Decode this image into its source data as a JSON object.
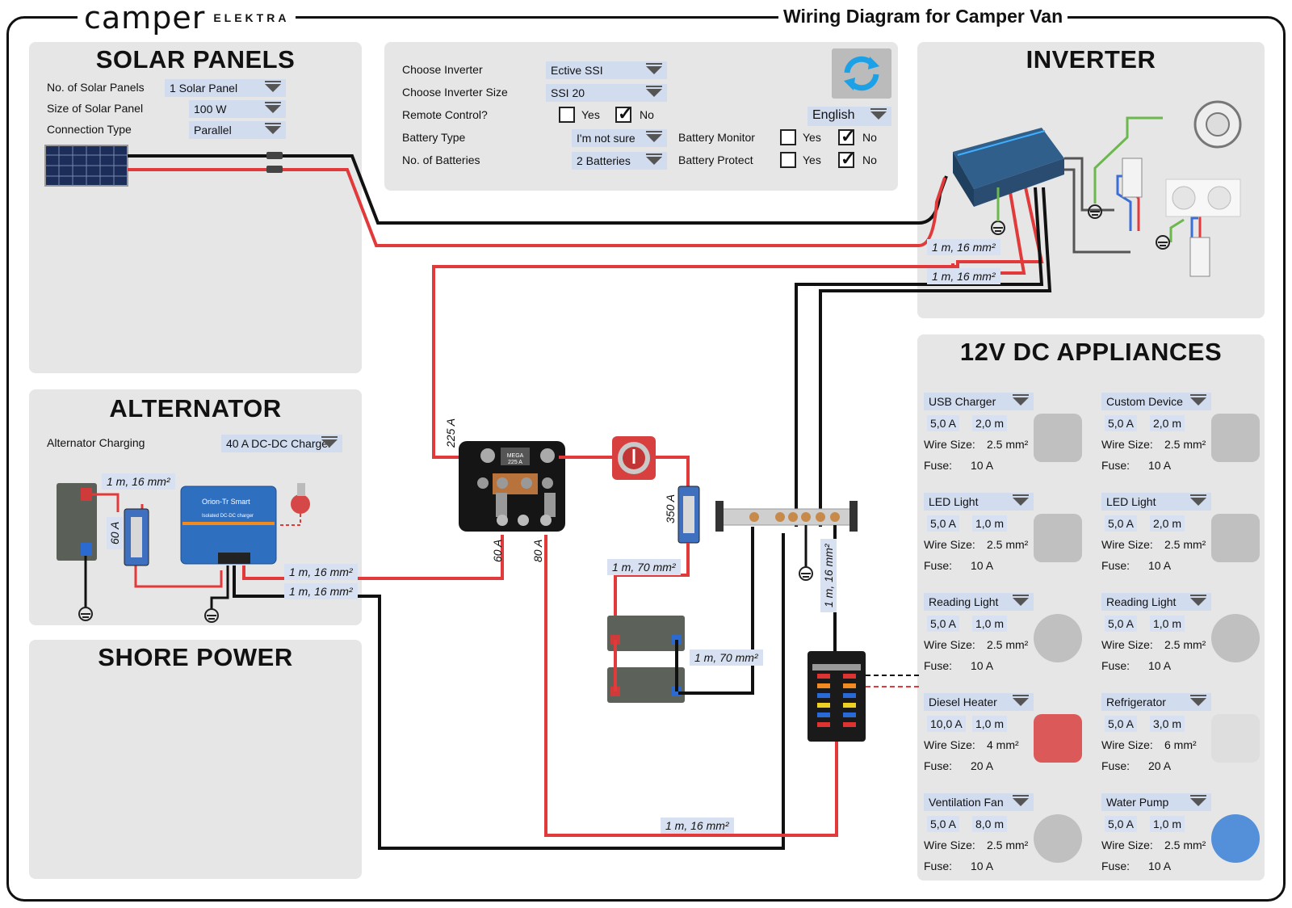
{
  "brand": {
    "logo": "camper",
    "sub": "ELEKTRA"
  },
  "title": "Wiring Diagram for Camper Van",
  "solar": {
    "title": "SOLAR PANELS",
    "rows": [
      {
        "label": "No. of Solar Panels",
        "value": "1 Solar Panel"
      },
      {
        "label": "Size of Solar Panel",
        "value": "100 W"
      },
      {
        "label": "Connection Type",
        "value": "Parallel"
      }
    ]
  },
  "controls": {
    "inverter_label": "Choose Inverter",
    "inverter_value": "Ective SSI",
    "size_label": "Choose Inverter Size",
    "size_value": "SSI 20",
    "remote_label": "Remote Control?",
    "yes": "Yes",
    "no": "No",
    "battery_type_label": "Battery Type",
    "battery_type_value": "I'm not sure",
    "batteries_label": "No. of Batteries",
    "batteries_value": "2 Batteries",
    "monitor_label": "Battery Monitor",
    "protect_label": "Battery Protect",
    "language": "English"
  },
  "inverter": {
    "title": "INVERTER",
    "wire1": "1 m, 16 mm²",
    "wire2": "1 m, 16 mm²"
  },
  "alternator": {
    "title": "ALTERNATOR",
    "label": "Alternator Charging",
    "value": "40 A DC-DC Charger",
    "wire_top": "1 m, 16 mm²",
    "fuse": "60 A",
    "charger_brand": "Orion-Tr Smart",
    "charger_sub": "Isolated DC-DC charger",
    "wire1": "1 m, 16 mm²",
    "wire2": "1 m, 16 mm²"
  },
  "shore": {
    "title": "SHORE POWER"
  },
  "diagram": {
    "mega": "MEGA",
    "mega_rating": "225 A",
    "label_225": "225 A",
    "label_60": "60 A",
    "label_80": "80 A",
    "label_350": "350 A",
    "wire_70a": "1 m, 70 mm²",
    "wire_70b": "1 m, 70 mm²",
    "wire_bus": "1 m, 16 mm²",
    "wire_bottom": "1 m, 16 mm²"
  },
  "appliances": {
    "title": "12V DC APPLIANCES",
    "wire_label": "Wire Size:",
    "fuse_label": "Fuse:",
    "items": [
      {
        "name": "USB Charger",
        "amps": "5,0 A",
        "length": "2,0 m",
        "wire": "2.5 mm²",
        "fuse": "10 A"
      },
      {
        "name": "Custom Device",
        "amps": "5,0 A",
        "length": "2,0 m",
        "wire": "2.5 mm²",
        "fuse": "10 A"
      },
      {
        "name": "LED Light",
        "amps": "5,0 A",
        "length": "1,0 m",
        "wire": "2.5 mm²",
        "fuse": "10 A"
      },
      {
        "name": "LED Light",
        "amps": "5,0 A",
        "length": "2,0 m",
        "wire": "2.5 mm²",
        "fuse": "10 A"
      },
      {
        "name": "Reading Light",
        "amps": "5,0 A",
        "length": "1,0 m",
        "wire": "2.5 mm²",
        "fuse": "10 A"
      },
      {
        "name": "Reading Light",
        "amps": "5,0 A",
        "length": "1,0 m",
        "wire": "2.5 mm²",
        "fuse": "10 A"
      },
      {
        "name": "Diesel Heater",
        "amps": "10,0 A",
        "length": "1,0 m",
        "wire": "4 mm²",
        "fuse": "20 A"
      },
      {
        "name": "Refrigerator",
        "amps": "5,0 A",
        "length": "3,0 m",
        "wire": "6 mm²",
        "fuse": "20 A"
      },
      {
        "name": "Ventilation Fan",
        "amps": "5,0 A",
        "length": "8,0 m",
        "wire": "2.5 mm²",
        "fuse": "10 A"
      },
      {
        "name": "Water Pump",
        "amps": "5,0 A",
        "length": "1,0 m",
        "wire": "2.5 mm²",
        "fuse": "10 A"
      }
    ]
  },
  "colors": {
    "red_wire": "#e23a3a",
    "black_wire": "#111111",
    "panel_bg": "#e6e6e6",
    "dropdown": "#d2dcef"
  }
}
